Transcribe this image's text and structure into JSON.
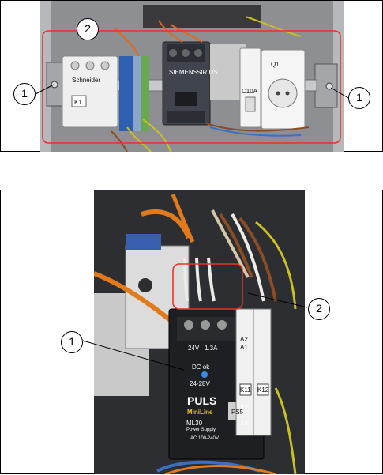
{
  "figure_top": {
    "callouts": [
      "1",
      "2",
      "1"
    ],
    "component_labels": {
      "brand": "SIEMENS",
      "model": "SIRIUS",
      "contactor_brand": "Schneider",
      "k1": "K1",
      "breaker": "C10A",
      "q1": "Q1"
    }
  },
  "figure_bottom": {
    "callouts": [
      "1",
      "2"
    ],
    "component_labels": {
      "voltage": "24V",
      "current": "1.3A",
      "dc_ok": "DC ok",
      "range": "24-28V",
      "brand": "PULS",
      "series": "MiniLine",
      "model": "ML30",
      "ps": "PS5",
      "power_supply": "Power Supply",
      "input": "AC 100-240V",
      "k11": "K11",
      "k12": "K12",
      "a2": "A2",
      "a1": "A1",
      "t12": "12",
      "t11": "11",
      "t14": "14"
    }
  },
  "colors": {
    "highlight_frame": "#e8322b"
  }
}
